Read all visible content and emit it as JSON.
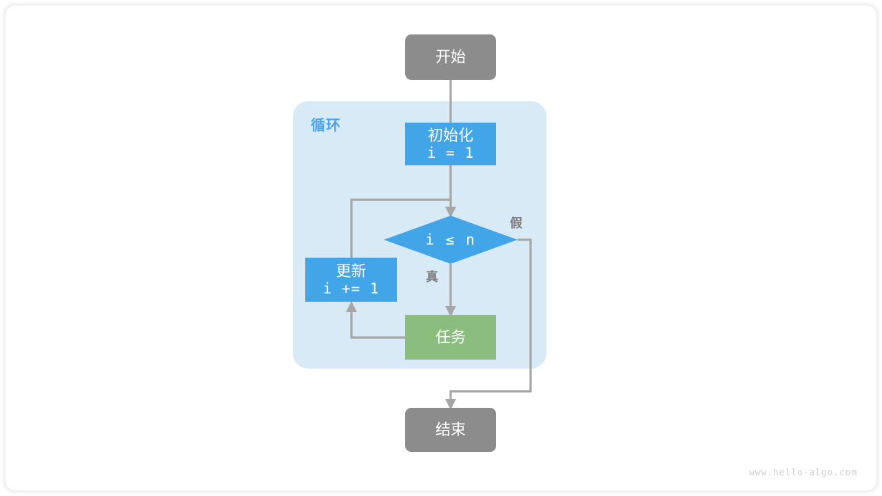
{
  "page": {
    "background_color": "#ffffff",
    "watermark": "www.hello-algo.com"
  },
  "palette": {
    "terminal_gray": "#8c8c8c",
    "process_blue": "#41a5e8",
    "task_green": "#8bbd7e",
    "loop_container_blue": "#d9eaf7",
    "loop_label_blue": "#4da3ea",
    "edge_gray": "#a6a6a6",
    "edge_label_gray": "#7f7f7f",
    "watermark_gray": "#cfcfcf"
  },
  "flowchart": {
    "title": "",
    "container": {
      "label": "循环"
    },
    "nodes": {
      "start": {
        "label": "开始",
        "shape": "rounded-terminal",
        "color": "#8c8c8c"
      },
      "init": {
        "label_line1": "初始化",
        "label_line2": "i = 1",
        "shape": "rectangle",
        "color": "#41a5e8"
      },
      "decision": {
        "label": "i ≤ n",
        "shape": "diamond",
        "color": "#41a5e8"
      },
      "update": {
        "label_line1": "更新",
        "label_line2": "i += 1",
        "shape": "rectangle",
        "color": "#41a5e8"
      },
      "task": {
        "label": "任务",
        "shape": "rectangle",
        "color": "#8bbd7e"
      },
      "end": {
        "label": "结束",
        "shape": "rounded-terminal",
        "color": "#8c8c8c"
      }
    },
    "edges": [
      {
        "from": "start",
        "to": "init",
        "label": ""
      },
      {
        "from": "init",
        "to": "decision",
        "label": ""
      },
      {
        "from": "decision",
        "to": "task",
        "label": "真"
      },
      {
        "from": "decision",
        "to": "end",
        "label": "假"
      },
      {
        "from": "task",
        "to": "update",
        "label": ""
      },
      {
        "from": "update",
        "to": "decision",
        "label": ""
      }
    ],
    "edge_labels": {
      "true": "真",
      "false": "假"
    }
  }
}
